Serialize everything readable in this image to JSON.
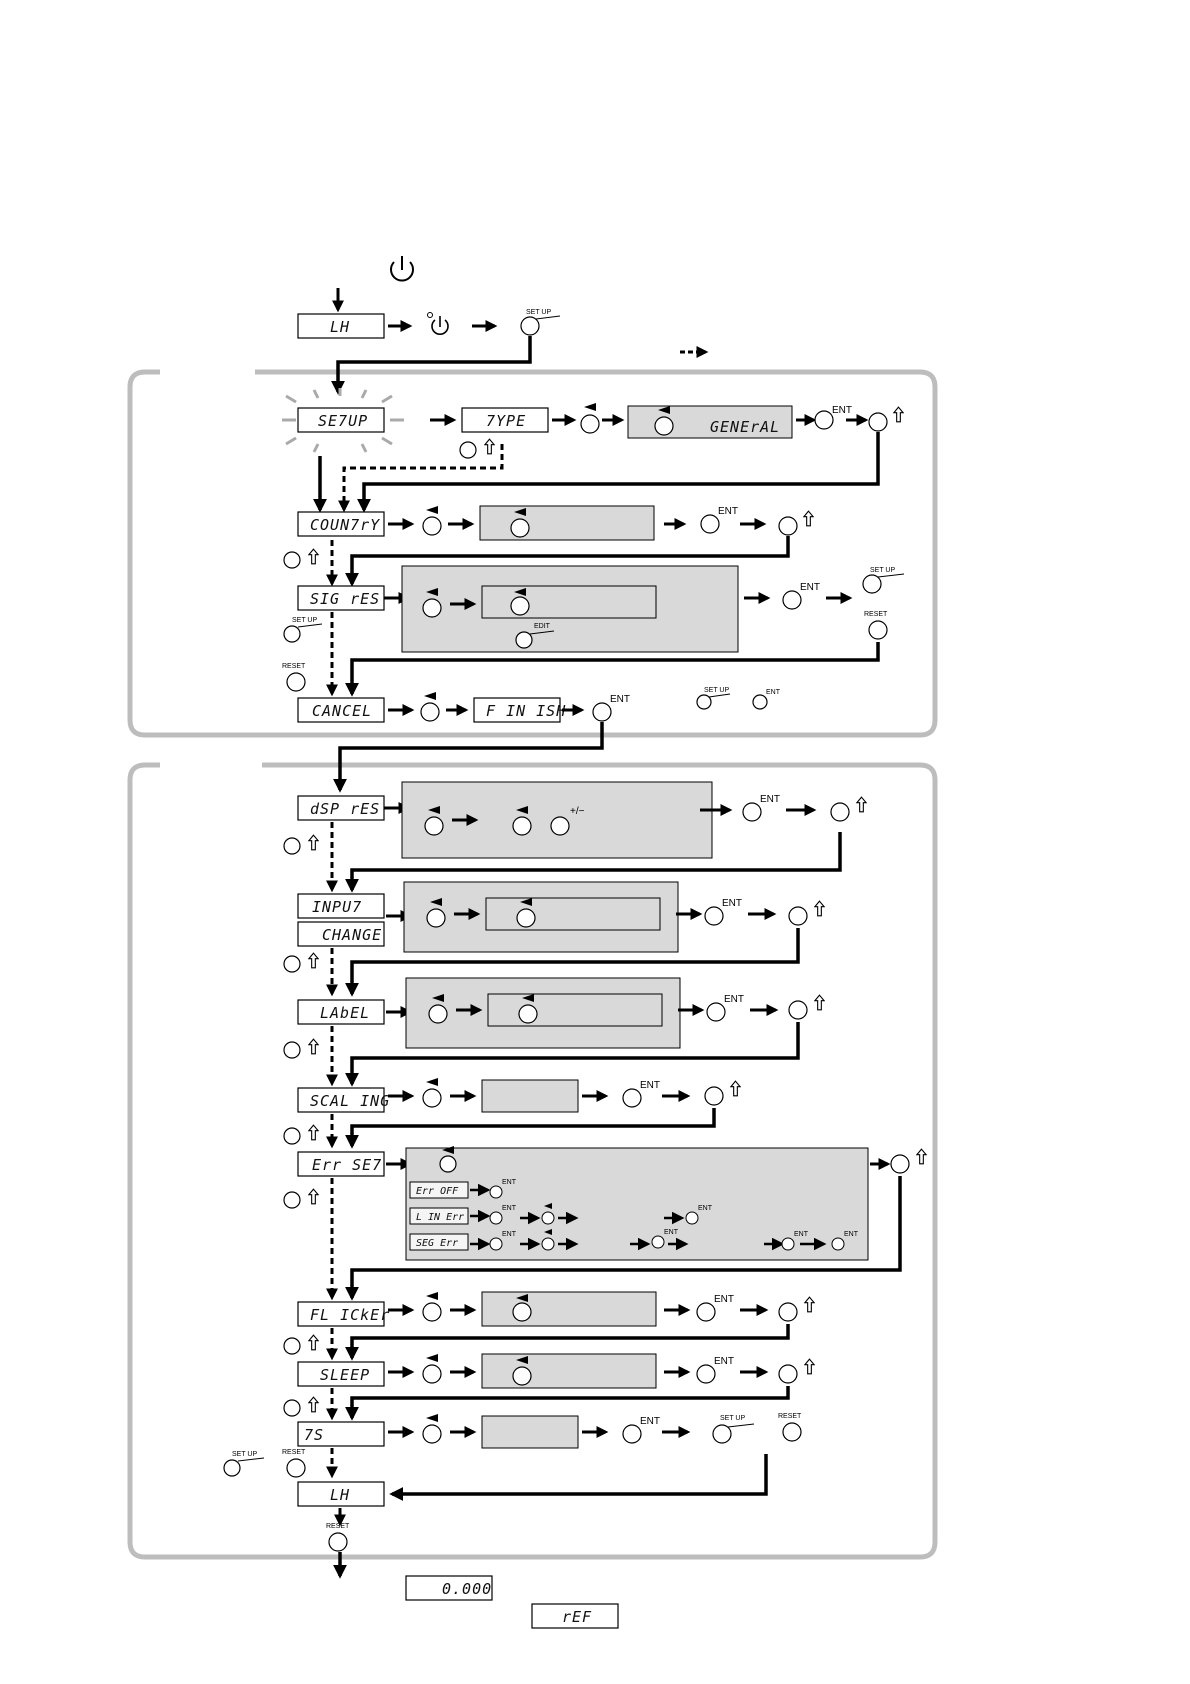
{
  "displays": {
    "lh_top": "LH",
    "setup": "SE7UP",
    "type": "7YPE",
    "general": "GENErAL",
    "country": "COUN7rY",
    "sig_res": "SIG rES",
    "cancel": "CANCEL",
    "finish": "F IN ISH",
    "dsp_res": "dSP rES",
    "input": "INPU7",
    "change": "CHANGE",
    "label": "LAbEL",
    "scaling": "SCAL ING",
    "err_set": "Err SE7",
    "err_off": "Err OFF",
    "lin_err": "L IN Err",
    "seg_err": "SEG Err",
    "flicker": "FL ICkEr",
    "sleep": "SLEEP",
    "ts": "7S",
    "lh_bottom": "LH",
    "zero": "0.000",
    "ref": "rEF"
  },
  "keys": {
    "ent": "ENT",
    "setup": "SET UP",
    "reset": "RESET",
    "edit": "EDIT",
    "plus_minus": "+/−"
  },
  "legend": {
    "dashed_arrow": "dashed-arrow-icon"
  }
}
